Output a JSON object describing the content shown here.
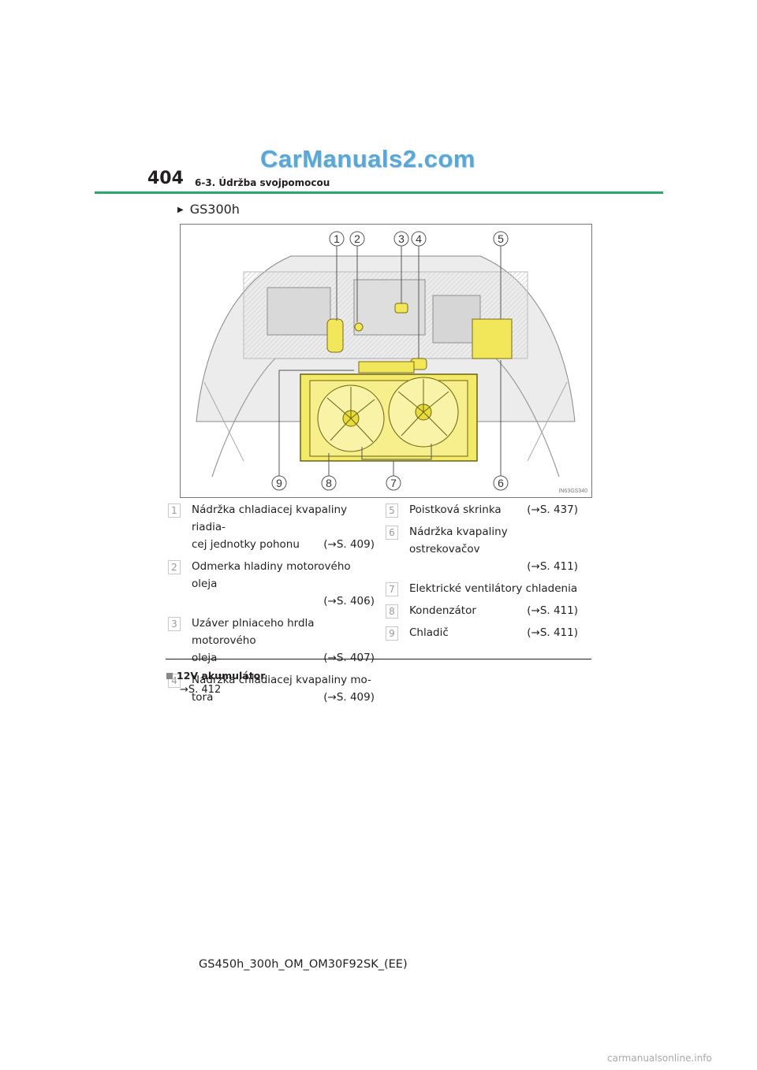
{
  "watermark_top": "CarManuals2.com",
  "header": {
    "page_number": "404",
    "section": "6-3. Údržba svojpomocou"
  },
  "model_label": "GS300h",
  "figure": {
    "code": "IN63GS340",
    "callouts_top": [
      "1",
      "2",
      "3",
      "4",
      "5"
    ],
    "callouts_bottom": [
      "9",
      "8",
      "7",
      "6"
    ]
  },
  "legend": {
    "left": [
      {
        "num": "1",
        "lines": [
          "Nádržka chladiacej kvapaliny riadia-",
          "cej jednotky pohonu"
        ],
        "ref": "(→S. 409)"
      },
      {
        "num": "2",
        "lines": [
          "Odmerka hladiny motorového oleja",
          ""
        ],
        "ref": "(→S. 406)"
      },
      {
        "num": "3",
        "lines": [
          "Uzáver plniaceho hrdla motorového",
          "oleja"
        ],
        "ref": "(→S. 407)"
      },
      {
        "num": "4",
        "lines": [
          "Nádržka chladiacej kvapaliny mo-",
          "tora"
        ],
        "ref": "(→S. 409)"
      }
    ],
    "right": [
      {
        "num": "5",
        "lines": [
          "Poistková skrinka"
        ],
        "ref": "(→S. 437)"
      },
      {
        "num": "6",
        "lines": [
          "Nádržka kvapaliny ostrekovačov",
          ""
        ],
        "ref": "(→S. 411)"
      },
      {
        "num": "7",
        "lines": [
          "Elektrické ventilátory chladenia"
        ],
        "ref": ""
      },
      {
        "num": "8",
        "lines": [
          "Kondenzátor"
        ],
        "ref": "(→S. 411)"
      },
      {
        "num": "9",
        "lines": [
          "Chladič"
        ],
        "ref": "(→S. 411)"
      }
    ]
  },
  "battery": {
    "heading": "12V akumulátor",
    "ref": "→S. 412"
  },
  "footer": "GS450h_300h_OM_OM30F92SK_(EE)",
  "watermark_bottom": "carmanualsonline.info"
}
